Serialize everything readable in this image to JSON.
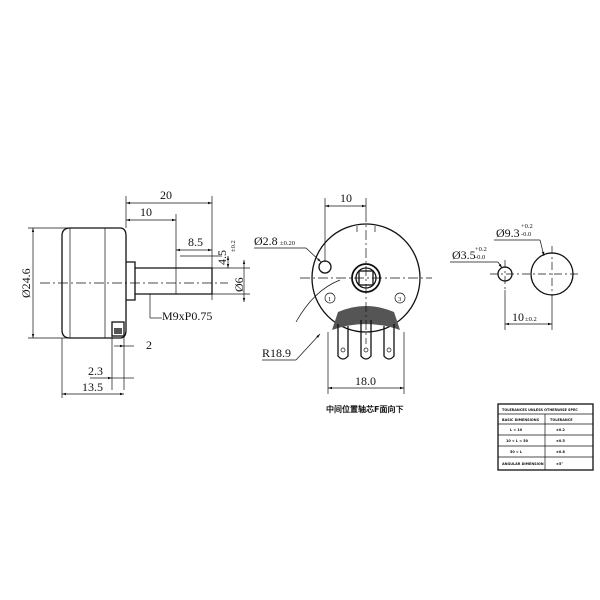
{
  "side_view": {
    "dim_total_length": "20",
    "dim_shaft_length": "10",
    "dim_thread_length": "8.5",
    "dim_flat_depth": "4.5",
    "dim_flat_tol": "±0.2",
    "dim_shaft_dia": "Ø6",
    "dim_body_dia": "Ø24.6",
    "thread_spec": "M9xP0.75",
    "dim_lug_offset": "2",
    "dim_body_thickness": "2.3",
    "dim_body_depth": "13.5"
  },
  "front_view": {
    "dim_hole_spacing": "10",
    "dim_hole_dia": "Ø2.8",
    "dim_hole_tol": "±0.20",
    "dim_radius": "R18.9",
    "dim_terminal_span": "18.0",
    "terminal_1": "1",
    "terminal_3": "3",
    "note": "中间位置轴芯F面向下"
  },
  "panel_cutout": {
    "dim_small_hole": "Ø3.5",
    "dim_small_tol_upper": "+0.2",
    "dim_small_tol_lower": "-0.0",
    "dim_big_hole": "Ø9.3",
    "dim_big_tol_upper": "+0.2",
    "dim_big_tol_lower": "-0.0",
    "dim_spacing": "10",
    "dim_spacing_tol": "±0.2"
  },
  "spec_table": {
    "title": "TOLERANCES UNLESS OTHERWISE SPEC",
    "header_left": "BASIC DIMENSIONS",
    "header_right": "TOLERANCE",
    "rows": [
      {
        "left": "L < 10",
        "right": "±0.2"
      },
      {
        "left": "10 < L < 50",
        "right": "±0.5"
      },
      {
        "left": "50 < L",
        "right": "±0.8"
      },
      {
        "left": "ANGULAR DIMENSION",
        "right": "±5°"
      }
    ]
  }
}
